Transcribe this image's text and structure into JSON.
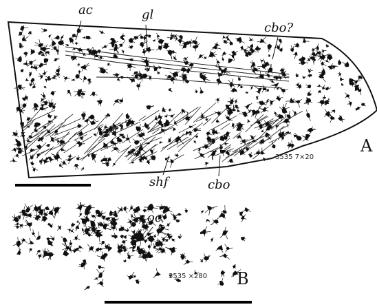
{
  "figure": {
    "panel_a": {
      "letter": "A",
      "labels": {
        "ac": "ac",
        "gl": "gl",
        "cbo_q": "cbo?",
        "shf": "shf",
        "cbo": "cbo"
      },
      "specimen_note": "3535   7×20"
    },
    "panel_b": {
      "letter": "B",
      "labels": {
        "oc": "oc"
      },
      "specimen_note": "3535  ×280"
    },
    "ink_color": "#111111"
  }
}
